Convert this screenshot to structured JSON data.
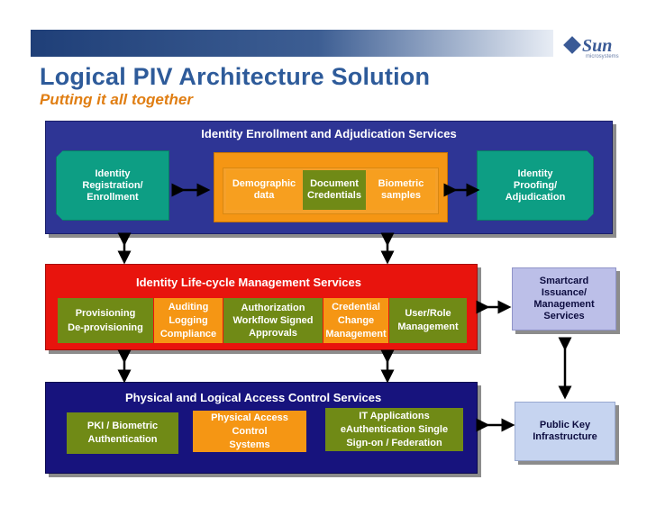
{
  "header": {
    "logo_text": "Sun",
    "logo_subtext": "microsystems",
    "title": "Logical PIV Architecture Solution",
    "subtitle": "Putting it all together"
  },
  "enrollment": {
    "title": "Identity Enrollment and Adjudication Services",
    "registration": "Identity Registration/ Enrollment",
    "demographic": "Demographic data",
    "document": "Document Credentials",
    "biometric": "Biometric samples",
    "proofing": "Identity Proofing/ Adjudication"
  },
  "lifecycle": {
    "title": "Identity Life-cycle Management Services",
    "provisioning": "Provisioning De-provisioning",
    "auditing": "Auditing Logging Compliance",
    "authorization": "Authorization Workflow Signed Approvals",
    "credential_change": "Credential Change Management",
    "user_role": "User/Role Management"
  },
  "access": {
    "title": "Physical and Logical Access Control Services",
    "pki": "PKI / Biometric Authentication",
    "physical": "Physical Access Control Systems",
    "it_apps": "IT Applications eAuthentication Single Sign-on / Federation"
  },
  "side": {
    "smartcard": "Smartcard Issuance/ Management Services",
    "pki_infra": "Public Key Infrastructure"
  },
  "colors": {
    "enrollment_panel": "#2e3595",
    "lifecycle_panel": "#e8140d",
    "access_panel": "#17137d",
    "teal": "#0d9e84",
    "orange": "#f59614",
    "olive": "#708a16",
    "title_blue": "#2e5b9a",
    "subtitle_orange": "#e07e13"
  }
}
